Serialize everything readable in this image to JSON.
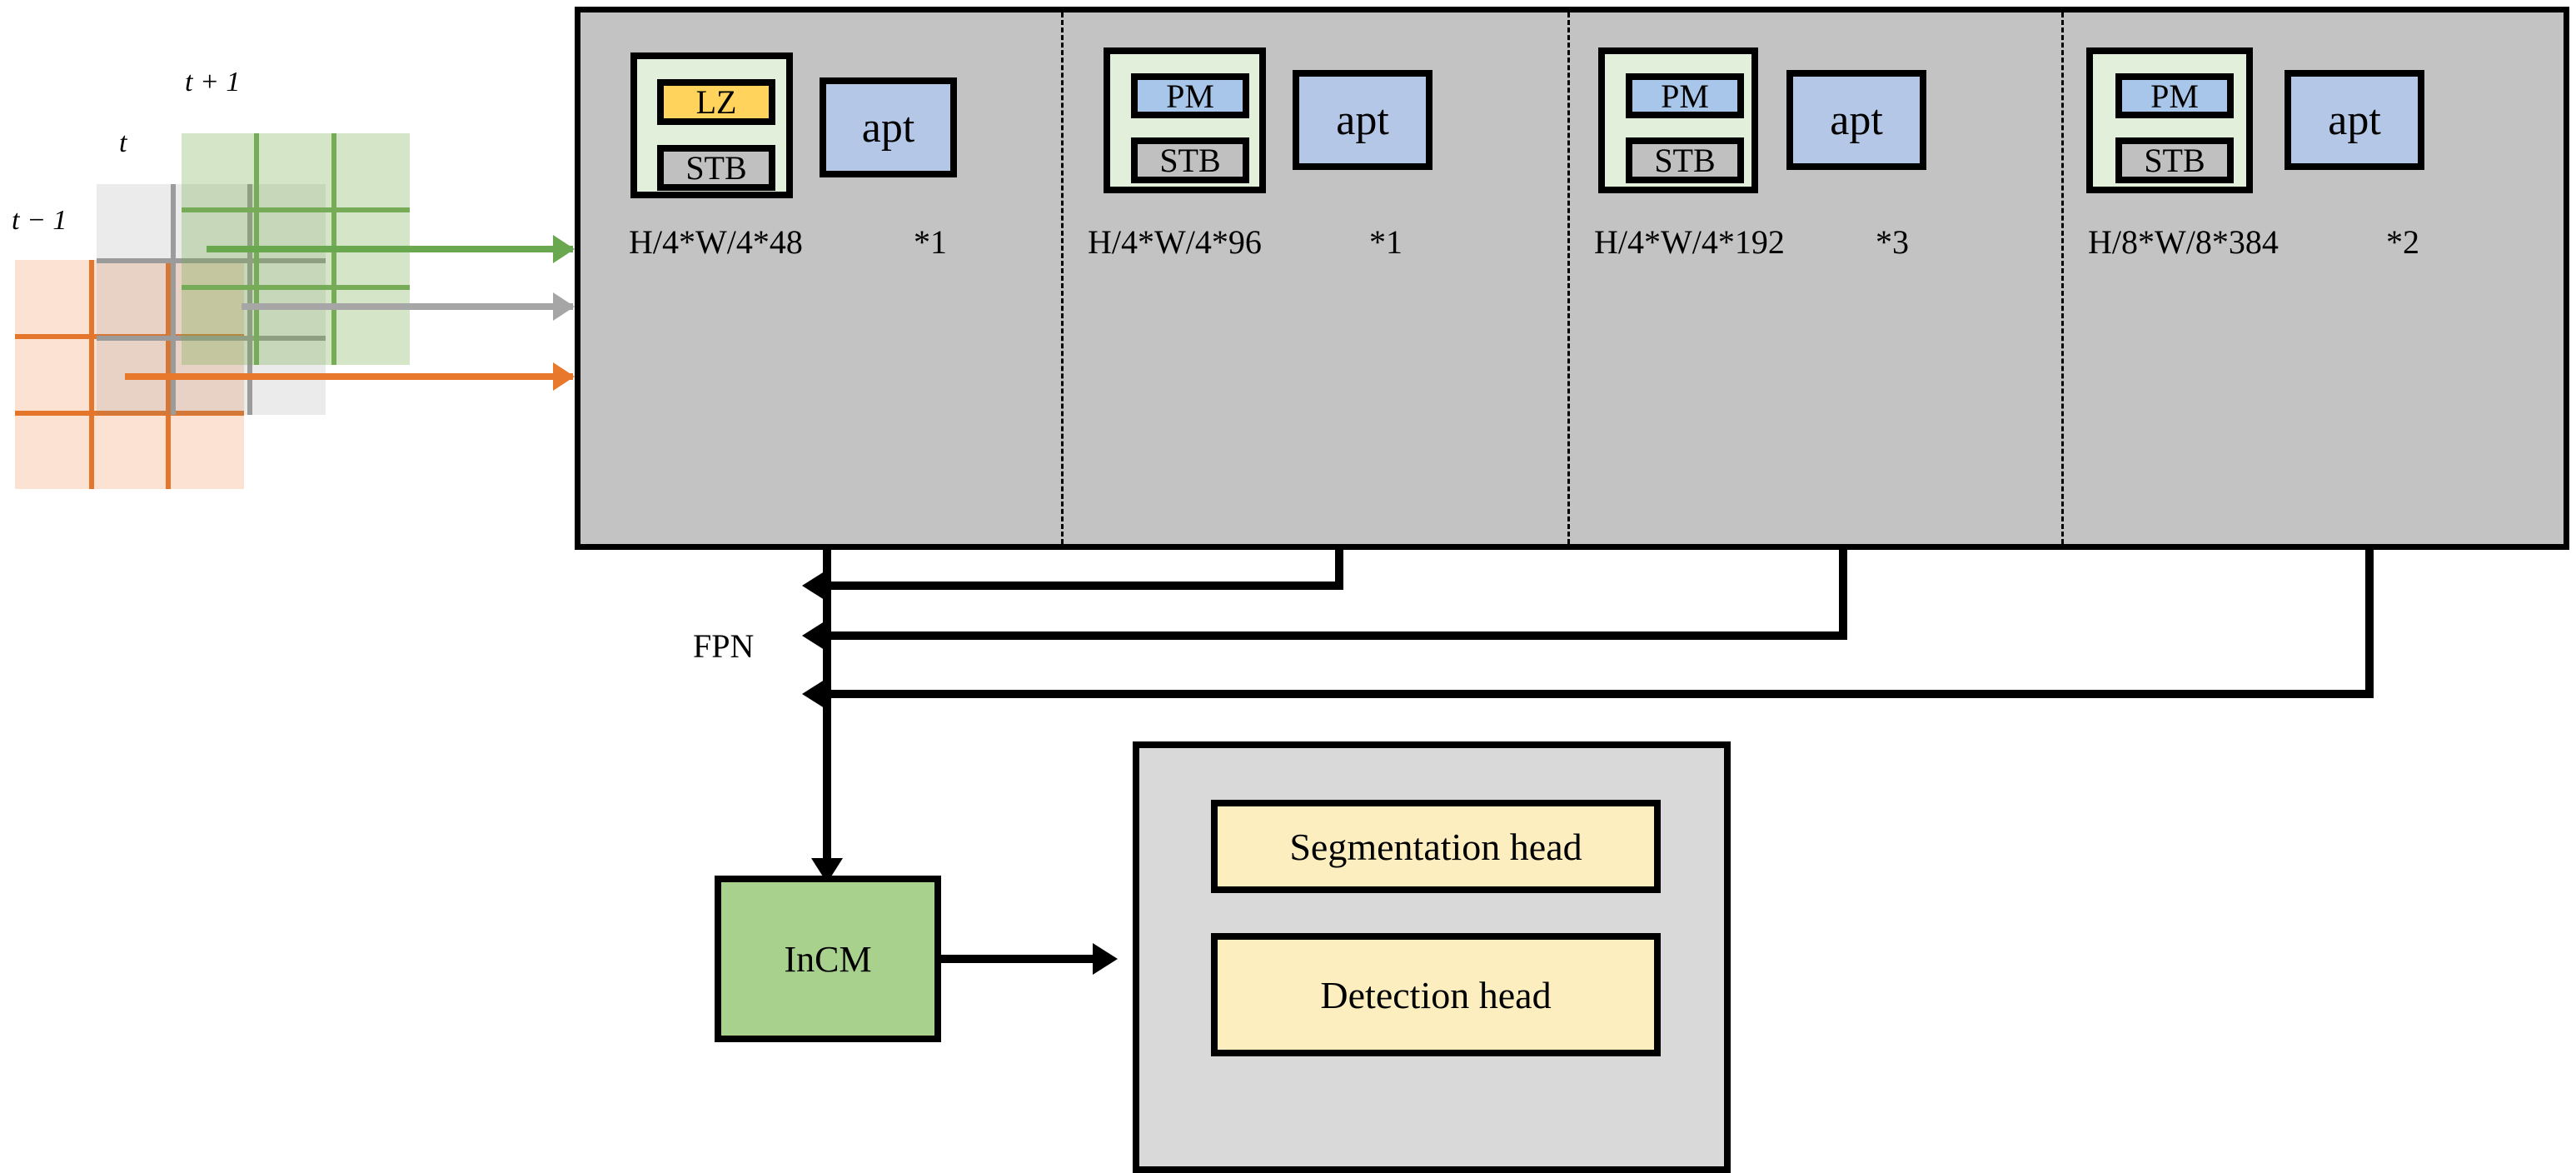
{
  "inputs": {
    "frames": [
      {
        "label": "t − 1",
        "color": "#e3762a",
        "name": "frame-t-minus-1"
      },
      {
        "label": "t",
        "color": "#9b9b9b",
        "name": "frame-t"
      },
      {
        "label": "t + 1",
        "color": "#76ab58",
        "name": "frame-t-plus-1"
      }
    ],
    "arrows": [
      {
        "name": "input-arrow-green",
        "color": "#6aa84f"
      },
      {
        "name": "input-arrow-gray",
        "color": "#a6a6a6"
      },
      {
        "name": "input-arrow-orange",
        "color": "#e8792c"
      }
    ]
  },
  "backbone": {
    "stages": [
      {
        "top_module": "LZ",
        "top_module_color": "#ffd35c",
        "bottom_module": "STB",
        "bottom_module_color": "#c0c0c0",
        "side_module": "apt",
        "side_module_color": "#b4c7e7",
        "dims": "H/4*W/4*48",
        "repeat": "*1"
      },
      {
        "top_module": "PM",
        "top_module_color": "#a8c6ea",
        "bottom_module": "STB",
        "bottom_module_color": "#c0c0c0",
        "side_module": "apt",
        "side_module_color": "#b4c7e7",
        "dims": "H/4*W/4*96",
        "repeat": "*1"
      },
      {
        "top_module": "PM",
        "top_module_color": "#a8c6ea",
        "bottom_module": "STB",
        "bottom_module_color": "#c0c0c0",
        "side_module": "apt",
        "side_module_color": "#b4c7e7",
        "dims": "H/4*W/4*192",
        "repeat": "*3"
      },
      {
        "top_module": "PM",
        "top_module_color": "#a8c6ea",
        "bottom_module": "STB",
        "bottom_module_color": "#d7d7d7",
        "side_module": "apt",
        "side_module_color": "#b4c7e7",
        "dims": "H/8*W/8*384",
        "repeat": "*2"
      }
    ]
  },
  "neck": {
    "label": "FPN"
  },
  "fusion": {
    "label": "InCM",
    "color": "#a9d18e"
  },
  "heads": {
    "container_color": "#d9d9d9",
    "items": [
      {
        "label": "Segmentation head",
        "color": "#fdeebf"
      },
      {
        "label": "Detection head",
        "color": "#fdeebf"
      }
    ]
  }
}
